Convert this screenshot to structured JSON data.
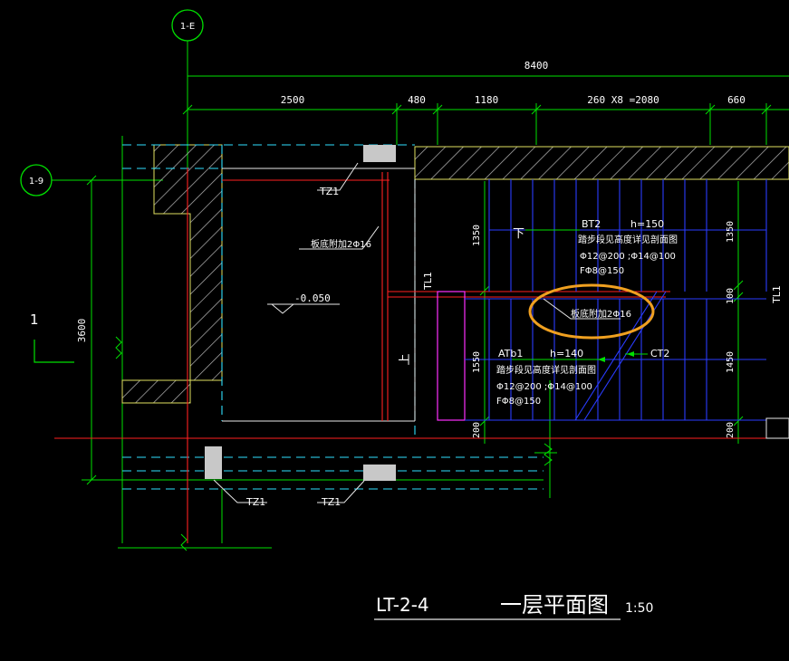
{
  "axes": {
    "vertical_axis_label": "1-E",
    "horizontal_axis_label": "1-9"
  },
  "dimensions": {
    "overall": "8400",
    "segments": [
      "2500",
      "480",
      "1180",
      "260 X8 =2080",
      "660"
    ],
    "right_vertical": [
      "1350",
      "100",
      "1450",
      "200"
    ],
    "left_vertical": [
      "1350",
      "1550",
      "200"
    ],
    "outer_left": "3600"
  },
  "section_mark": "1",
  "columns": {
    "tz1_labels": [
      "TZ1",
      "TZ1",
      "TZ1"
    ],
    "tl1_labels": [
      "TL1",
      "TL1"
    ]
  },
  "annotations": {
    "rebar_note_left": "板底附加2Φ16",
    "rebar_note_highlight": "板底附加2Φ16",
    "elevation": "-0.050",
    "down_label": "下",
    "up_label": "上"
  },
  "stair_bt2": {
    "name": "BT2",
    "h": "h=150",
    "note": "踏步段见高度详见剖面图",
    "rebar": "Φ12@200 ;Φ14@100",
    "dist": "FΦ8@150"
  },
  "stair_atb1": {
    "name": "ATb1",
    "h": "h=140",
    "note": "踏步段见高度详见剖面图",
    "rebar": "Φ12@200 ;Φ14@100",
    "dist": "FΦ8@150"
  },
  "ct2_label": "CT2",
  "title": {
    "code": "LT-2-4",
    "name": "一层平面图",
    "scale": "1:50"
  },
  "colors": {
    "dim_green": "#00e000",
    "axis_red": "#ff2020",
    "stair_blue": "#2a3cff",
    "wall_yellow": "#e0e060",
    "dashed_cyan": "#30e0ff",
    "magenta": "#ff30ff",
    "highlight_orange": "#f0a020",
    "gray_col": "#c8c8c8"
  }
}
